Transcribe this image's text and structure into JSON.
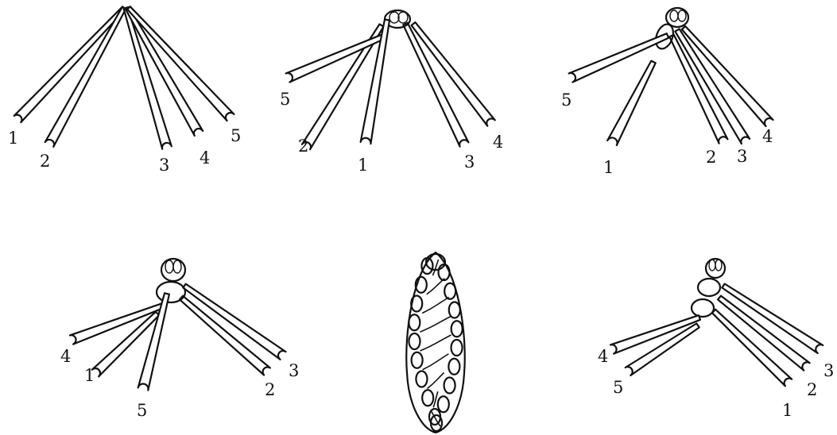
{
  "figure": {
    "colors": {
      "ink": "#111111",
      "paper": "#ffffff"
    },
    "steps": [
      {
        "name": "step-1",
        "labels": [
          "1",
          "2",
          "3",
          "4",
          "5"
        ]
      },
      {
        "name": "step-2",
        "labels": [
          "5",
          "2",
          "1",
          "3",
          "4"
        ]
      },
      {
        "name": "step-3",
        "labels": [
          "5",
          "1",
          "2",
          "3",
          "4"
        ]
      },
      {
        "name": "step-4",
        "labels": [
          "4",
          "1",
          "5",
          "2",
          "3"
        ]
      },
      {
        "name": "finished-braid",
        "labels": []
      },
      {
        "name": "step-5",
        "labels": [
          "4",
          "5",
          "1",
          "2",
          "3"
        ]
      }
    ]
  }
}
